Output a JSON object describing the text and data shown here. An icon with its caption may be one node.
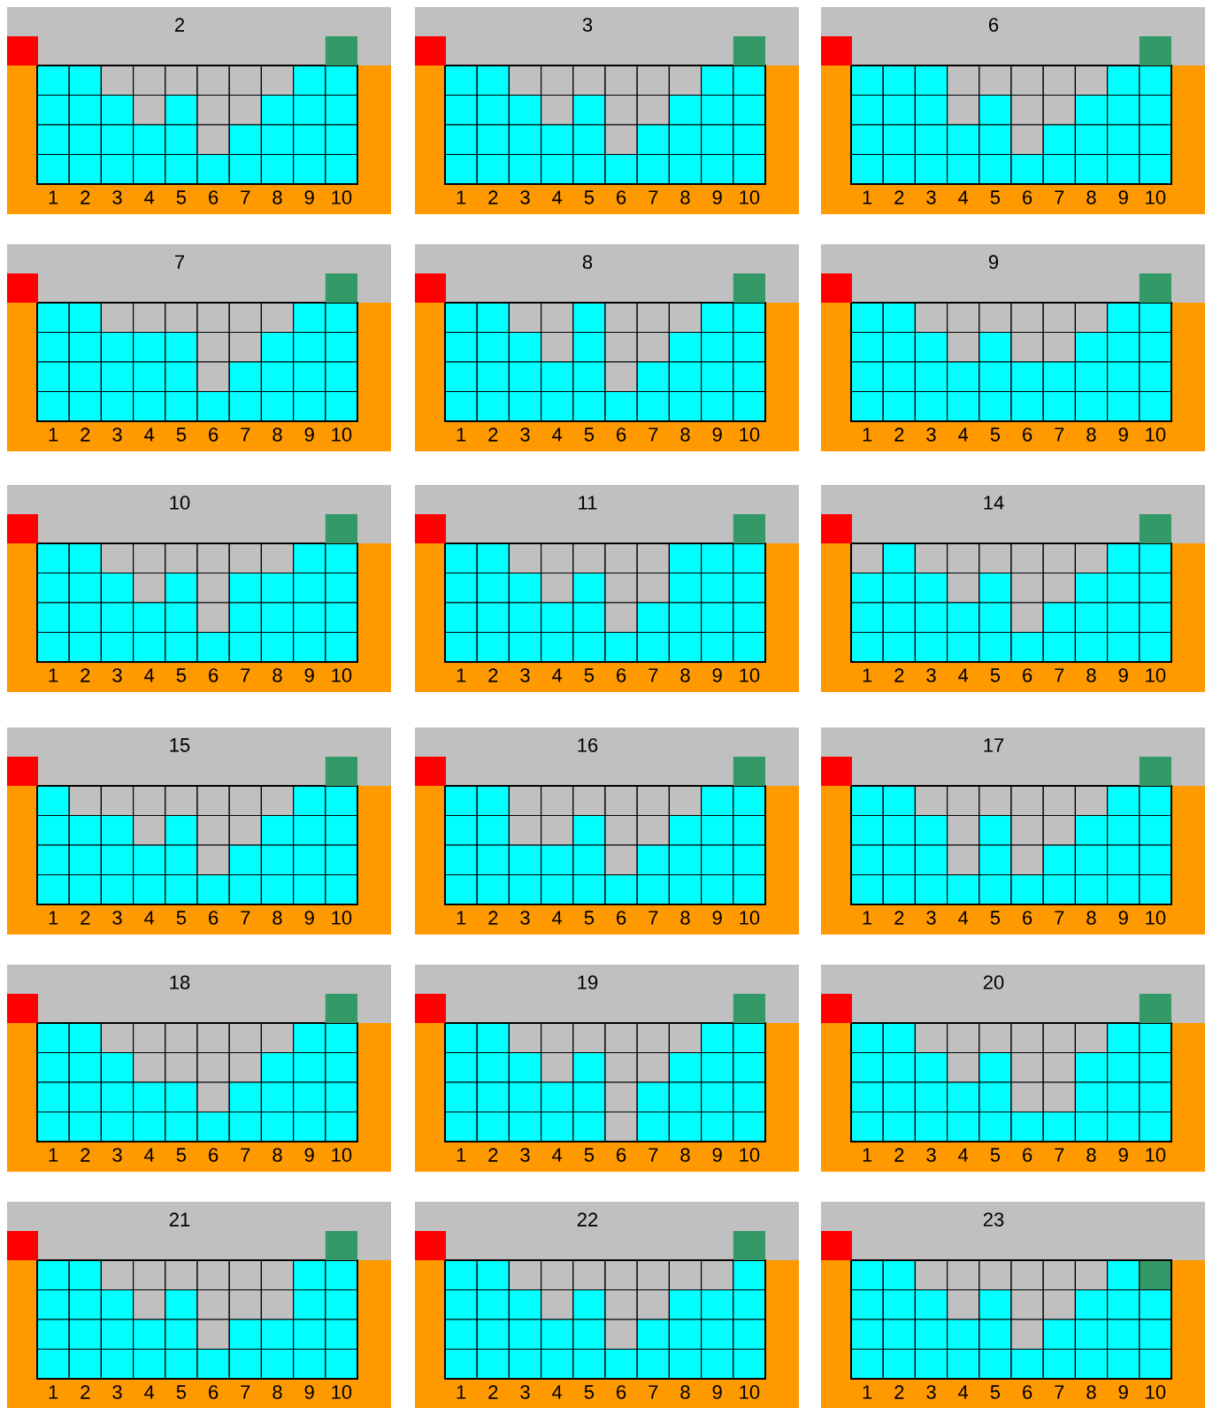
{
  "diagram": {
    "nodes": [
      {
        "text": [
          "2",
          "1",
          "2",
          "3",
          "4",
          "5",
          "6",
          "7",
          "8",
          "9",
          "10"
        ]
      },
      {
        "text": [
          "3",
          "1",
          "2",
          "3",
          "4",
          "5",
          "6",
          "7",
          "8",
          "9",
          "10"
        ]
      },
      {
        "text": [
          "6",
          "1",
          "2",
          "3",
          "4",
          "5",
          "6",
          "7",
          "8",
          "9",
          "10"
        ]
      },
      {
        "text": [
          "7",
          "1",
          "2",
          "3",
          "4",
          "5",
          "6",
          "7",
          "8",
          "9",
          "10"
        ]
      },
      {
        "text": [
          "8",
          "1",
          "2",
          "3",
          "4",
          "5",
          "6",
          "7",
          "8",
          "9",
          "10"
        ]
      },
      {
        "text": [
          "9",
          "1",
          "2",
          "3",
          "4",
          "5",
          "6",
          "7",
          "8",
          "9",
          "10"
        ]
      },
      {
        "text": [
          "10",
          "1",
          "2",
          "3",
          "4",
          "5",
          "6",
          "7",
          "8",
          "9",
          "10"
        ]
      },
      {
        "text": [
          "11",
          "1",
          "2",
          "3",
          "4",
          "5",
          "6",
          "7",
          "8",
          "9",
          "10"
        ]
      },
      {
        "text": [
          "14",
          "1",
          "2",
          "3",
          "4",
          "5",
          "6",
          "7",
          "8",
          "9",
          "10"
        ]
      },
      {
        "text": [
          "15",
          "1",
          "2",
          "3",
          "4",
          "5",
          "6",
          "7",
          "8",
          "9",
          "10"
        ]
      },
      {
        "text": [
          "16",
          "1",
          "2",
          "3",
          "4",
          "5",
          "6",
          "7",
          "8",
          "9",
          "10"
        ]
      },
      {
        "text": [
          "17",
          "1",
          "2",
          "3",
          "4",
          "5",
          "6",
          "7",
          "8",
          "9",
          "10"
        ]
      },
      {
        "text": [
          "18",
          "1",
          "2",
          "3",
          "4",
          "5",
          "6",
          "7",
          "8",
          "9",
          "10"
        ]
      },
      {
        "text": [
          "19",
          "1",
          "2",
          "3",
          "4",
          "5",
          "6",
          "7",
          "8",
          "9",
          "10"
        ]
      },
      {
        "text": [
          "20",
          "1",
          "2",
          "3",
          "4",
          "5",
          "6",
          "7",
          "8",
          "9",
          "10"
        ]
      },
      {
        "text": [
          "21",
          "1",
          "2",
          "3",
          "4",
          "5",
          "6",
          "7",
          "8",
          "9",
          "10"
        ]
      },
      {
        "text": [
          "22",
          "1",
          "2",
          "3",
          "4",
          "5",
          "6",
          "7",
          "8",
          "9",
          "10"
        ]
      },
      {
        "text": [
          "23",
          "1",
          "2",
          "3",
          "4",
          "5",
          "6",
          "7",
          "8",
          "9",
          "10"
        ]
      }
    ]
  }
}
